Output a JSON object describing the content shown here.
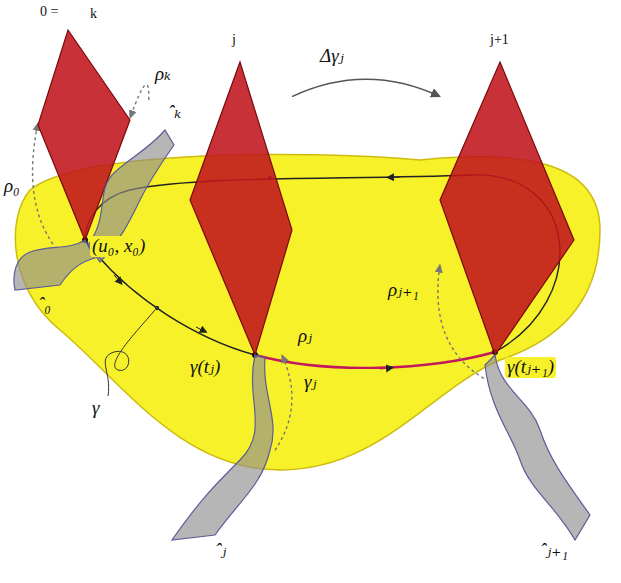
{
  "diagram": {
    "nodes": [
      {
        "text": [
          "0 =",
          "k"
        ]
      },
      {
        "text": [
          "ˆₖ"
        ]
      },
      {
        "text": [
          "j"
        ]
      },
      {
        "text": [
          "j+1"
        ]
      },
      {
        "text": [
          "ˆ₀"
        ]
      },
      {
        "text": [
          "ˆⱼ"
        ]
      },
      {
        "text": [
          "ˆⱼ₊₁"
        ]
      }
    ],
    "edges": [
      {
        "from": 2,
        "to": 3,
        "label": "Δγⱼ",
        "arrow": "to"
      },
      {
        "from": 1,
        "to": 0,
        "label": "ρₖ",
        "arrow": "to"
      },
      {
        "from": 4,
        "to": 0,
        "label": "ρ₀",
        "arrow": "to"
      },
      {
        "from": 5,
        "to": 2,
        "label": "ρⱼ",
        "arrow": "to"
      },
      {
        "from": 6,
        "to": 3,
        "label": "ρⱼ₊₁",
        "arrow": "to"
      }
    ],
    "labels": [
      "(u₀, x₀)",
      "γ(tⱼ)",
      "γⱼ",
      "γ(tⱼ₊₁)",
      "γ"
    ]
  }
}
